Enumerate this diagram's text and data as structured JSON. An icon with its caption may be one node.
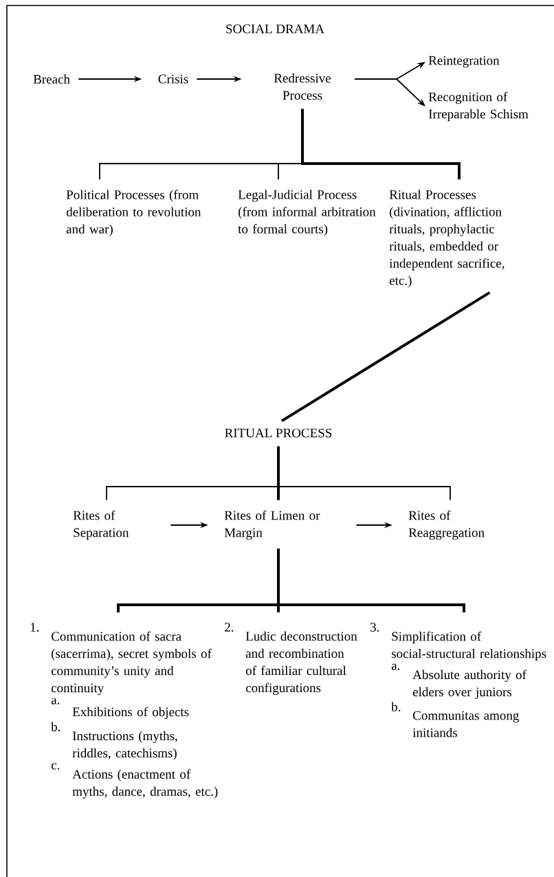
{
  "diagram": {
    "title": "SOCIAL DRAMA",
    "nodes": [
      {
        "text": [
          "Breach"
        ]
      },
      {
        "text": [
          "Crisis"
        ]
      },
      {
        "text": [
          "Redressive Process"
        ]
      },
      {
        "text": [
          "Reintegration"
        ]
      },
      {
        "text": [
          "Recognition of Irreparable Schism"
        ]
      },
      {
        "text": [
          "Political Processes (from deliberation to revolution and war)"
        ]
      },
      {
        "text": [
          "Legal-Judicial Process (from informal arbitration to formal courts)"
        ]
      },
      {
        "text": [
          "Ritual Processes (divination, affliction rituals, prophylactic rituals, embedded or independent sacrifice, etc.)"
        ]
      },
      {
        "text": [
          "RITUAL PROCESS"
        ]
      },
      {
        "text": [
          "Rites of Separation"
        ]
      },
      {
        "text": [
          "Rites of Limen or Margin"
        ]
      },
      {
        "text": [
          "Rites of Reaggregation"
        ]
      },
      {
        "text": [
          "1.",
          "Communication of sacra (sacerrima), secret symbols of community’s unity and continuity",
          "a.",
          "Exhibitions of objects",
          "b.",
          "Instructions (myths, riddles, catechisms)",
          "c.",
          "Actions (enactment of myths, dance, dramas, etc.)"
        ]
      },
      {
        "text": [
          "2.",
          "Ludic deconstruction and recombination of familiar cultural configurations"
        ]
      },
      {
        "text": [
          "3.",
          "Simplification of social-structural relationships",
          "a.",
          "Absolute authority of elders over juniors",
          "b.",
          "Communitas among initiands"
        ]
      }
    ],
    "edges": [
      {
        "from": 0,
        "to": 1,
        "arrow": "to"
      },
      {
        "from": 1,
        "to": 2,
        "arrow": "to"
      },
      {
        "from": 2,
        "to": 3,
        "arrow": "to"
      },
      {
        "from": 2,
        "to": 4,
        "arrow": "to"
      },
      {
        "from": 2,
        "to": 5,
        "arrow": "none"
      },
      {
        "from": 2,
        "to": 6,
        "arrow": "none"
      },
      {
        "from": 2,
        "to": 7,
        "arrow": "none",
        "style": "thick"
      },
      {
        "from": 7,
        "to": 8,
        "arrow": "none",
        "style": "thick"
      },
      {
        "from": 8,
        "to": 9,
        "arrow": "none"
      },
      {
        "from": 8,
        "to": 10,
        "arrow": "none",
        "style": "thick"
      },
      {
        "from": 8,
        "to": 11,
        "arrow": "none"
      },
      {
        "from": 9,
        "to": 10,
        "arrow": "to"
      },
      {
        "from": 10,
        "to": 11,
        "arrow": "to"
      },
      {
        "from": 10,
        "to": 12,
        "arrow": "none",
        "style": "thick"
      },
      {
        "from": 10,
        "to": 13,
        "arrow": "none",
        "style": "thick"
      },
      {
        "from": 10,
        "to": 14,
        "arrow": "none",
        "style": "thick"
      }
    ]
  }
}
